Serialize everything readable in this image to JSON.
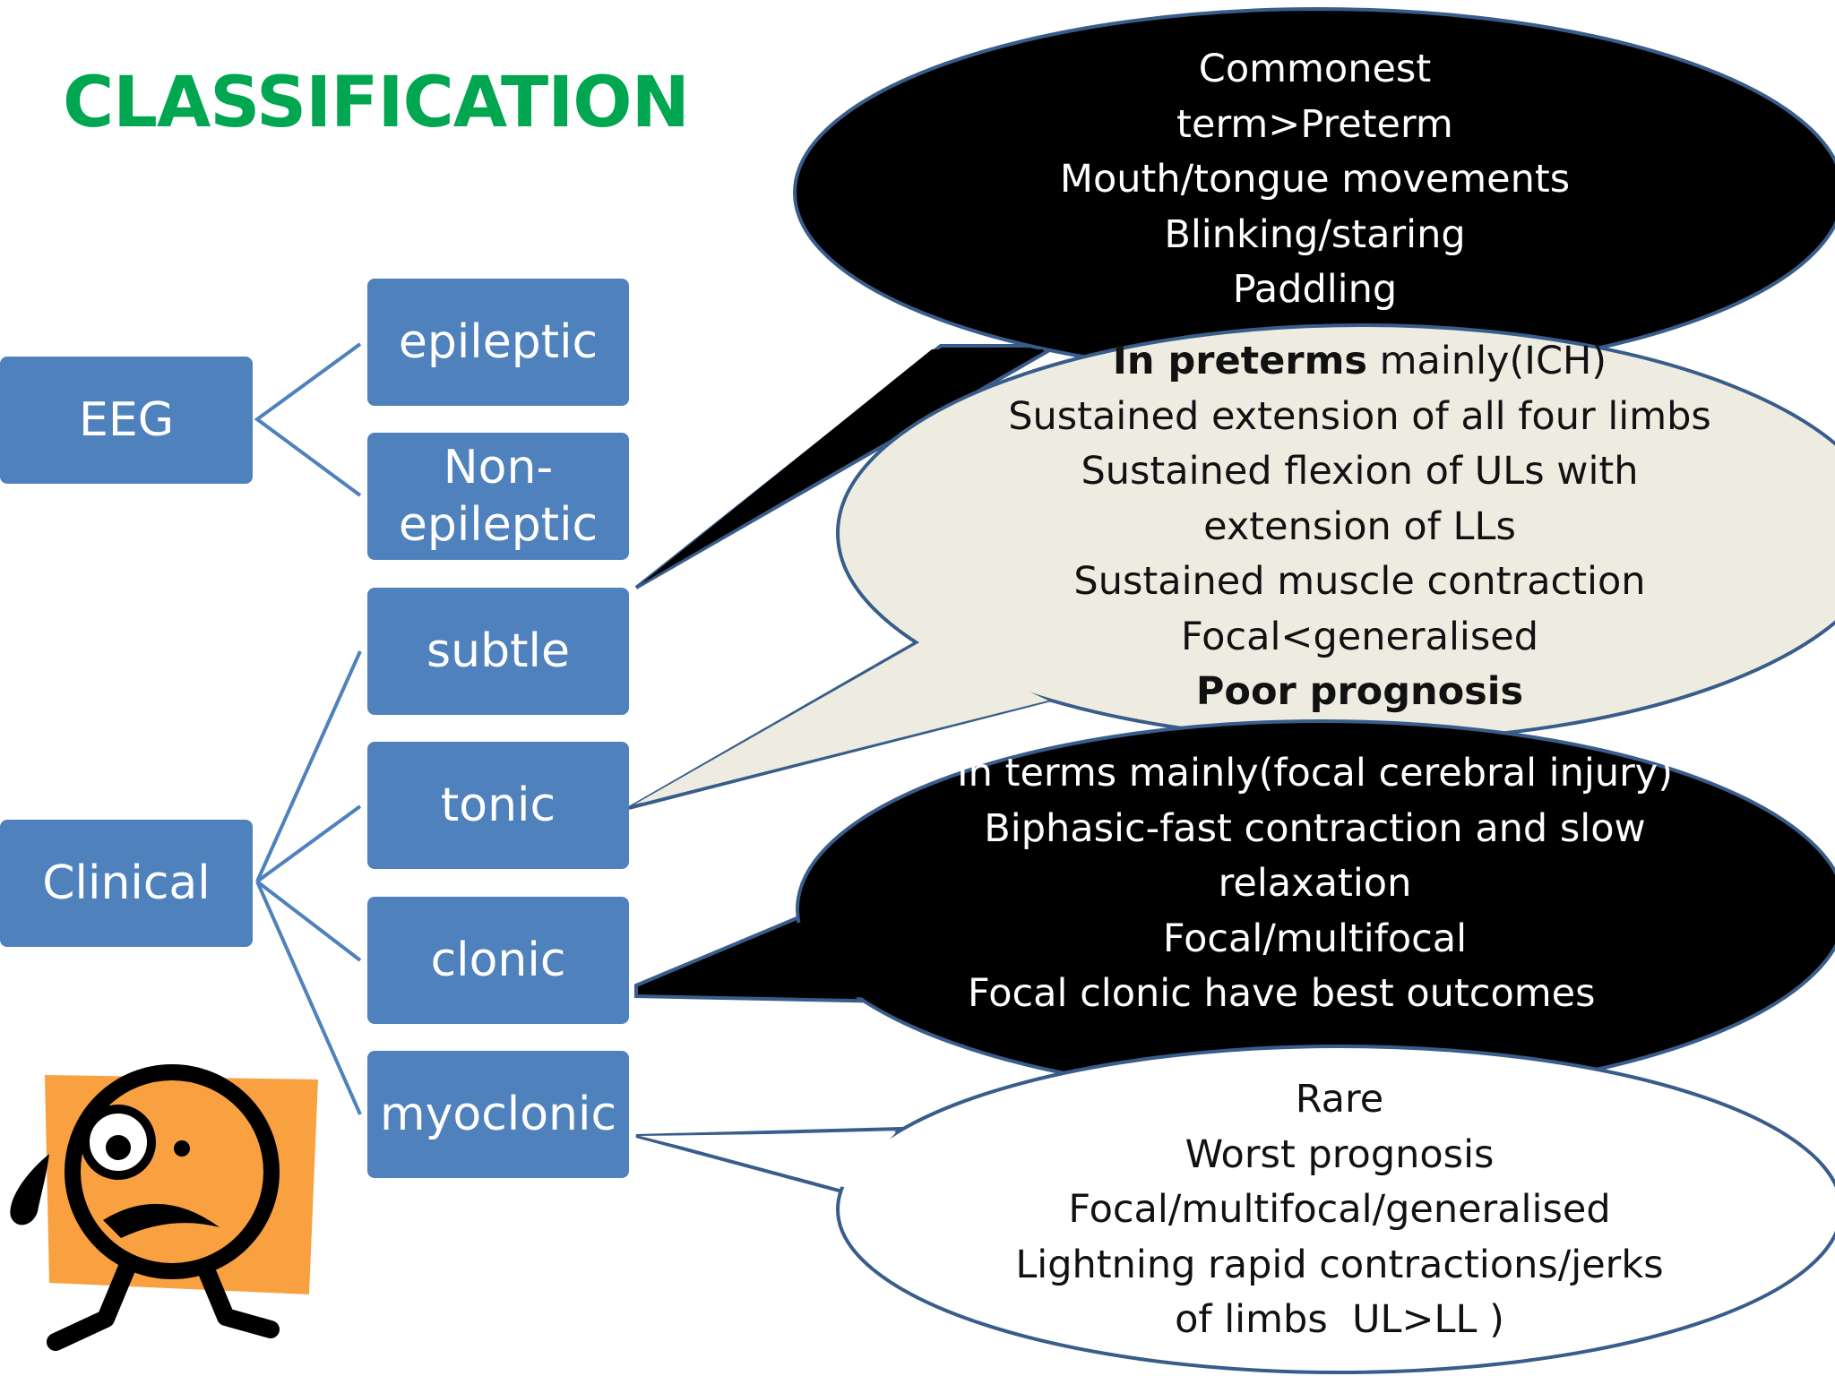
{
  "title": "CLASSIFICATION",
  "boxes": {
    "eeg": "EEG",
    "clinical": "Clinical",
    "epileptic": "epileptic",
    "non_epileptic_1": "Non-",
    "non_epileptic_2": "epileptic",
    "subtle": "subtle",
    "tonic": "tonic",
    "clonic": "clonic",
    "myoclonic": "myoclonic"
  },
  "bubbles": {
    "subtle": {
      "lines": [
        "Commonest",
        "term>Preterm",
        "Mouth/tongue movements",
        "Blinking/staring",
        "Paddling"
      ]
    },
    "tonic": {
      "line1_bold": "In preterms",
      "line1_rest": " mainly(ICH)",
      "lines": [
        "Sustained extension of all four limbs",
        "Sustained flexion of ULs with",
        "extension of LLs",
        "Sustained muscle contraction",
        "Focal<generalised"
      ],
      "last_bold": "Poor prognosis"
    },
    "clonic": {
      "lines": [
        "In terms mainly(focal cerebral injury)",
        "Biphasic-fast contraction and slow",
        "relaxation",
        "Focal/multifocal",
        "Focal clonic have best outcomes"
      ]
    },
    "myoclonic": {
      "lines": [
        "Rare",
        "Worst prognosis",
        "Focal/multifocal/generalised",
        "Lightning rapid contractions/jerks",
        "of limbs  UL>LL )"
      ]
    }
  },
  "colors": {
    "title": "#00a650",
    "box": "#4f81bd",
    "black_bubble": "#000000",
    "cream_bubble": "#eeece1",
    "white_bubble": "#ffffff",
    "bubble_outline": "#385d8a",
    "figure_bg": "#f9a141"
  }
}
